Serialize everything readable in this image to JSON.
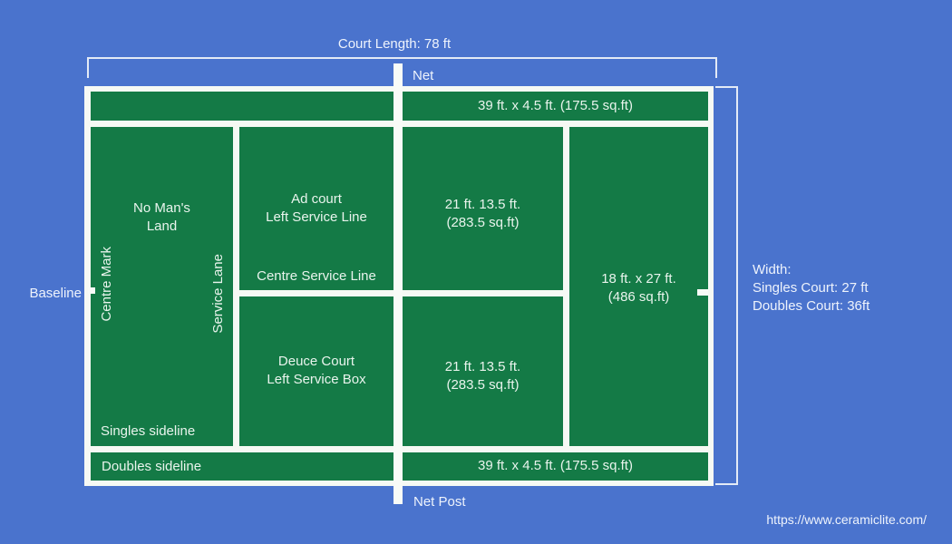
{
  "colors": {
    "background_blue": "#4a73cd",
    "court_green": "#147a46",
    "line_white": "#f6f9f4",
    "text_on_green": "#e9f4ed",
    "text_on_blue": "#eef3fc"
  },
  "annotations": {
    "court_length": "Court Length: 78 ft",
    "net": "Net",
    "net_post": "Net Post",
    "baseline": "Baseline",
    "width_line1": "Width:",
    "width_line2": "Singles Court: 27 ft",
    "width_line3": "Doubles Court: 36ft",
    "source_url": "https://www.ceramiclite.com/"
  },
  "court": {
    "alley_top": "39 ft. x 4.5 ft. (175.5 sq.ft)",
    "alley_bottom": "39 ft. x 4.5 ft. (175.5 sq.ft)",
    "no_mans_land_line1": "No Man's",
    "no_mans_land_line2": "Land",
    "centre_mark": "Centre Mark",
    "service_lane": "Service Lane",
    "singles_sideline": "Singles sideline",
    "doubles_sideline": "Doubles sideline",
    "ad_court_line1": "Ad court",
    "ad_court_line2": "Left Service Line",
    "centre_service_line": "Centre Service Line",
    "deuce_court_line1": "Deuce Court",
    "deuce_court_line2": "Left Service Box",
    "service_box_left_top_line1": "21 ft. 13.5 ft.",
    "service_box_left_top_line2": "(283.5 sq.ft)",
    "service_box_left_bottom_line1": "21 ft. 13.5 ft.",
    "service_box_left_bottom_line2": "(283.5 sq.ft)",
    "backcourt_right_line1": "18 ft. x 27 ft.",
    "backcourt_right_line2": "(486 sq.ft)"
  }
}
